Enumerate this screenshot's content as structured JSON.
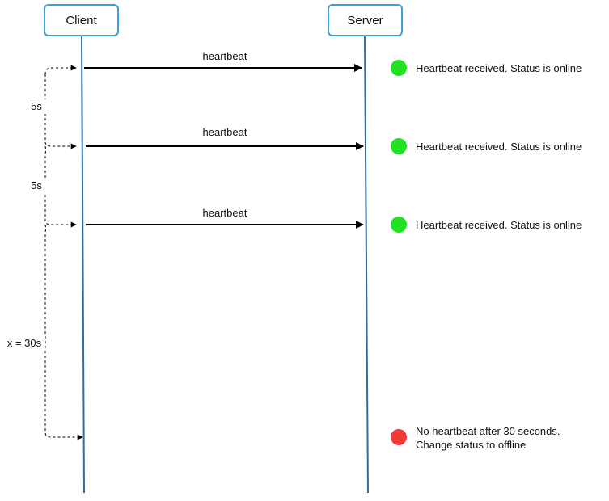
{
  "actors": {
    "client": "Client",
    "server": "Server"
  },
  "messages": [
    {
      "label": "heartbeat"
    },
    {
      "label": "heartbeat"
    },
    {
      "label": "heartbeat"
    }
  ],
  "intervals": [
    {
      "label": "5s"
    },
    {
      "label": "5s"
    },
    {
      "label": "x = 30s"
    }
  ],
  "statuses": [
    {
      "lines": [
        "Heartbeat received. Status is online"
      ],
      "state": "online",
      "color": "#22e022"
    },
    {
      "lines": [
        "Heartbeat received. Status is online"
      ],
      "state": "online",
      "color": "#22e022"
    },
    {
      "lines": [
        "Heartbeat received. Status is online"
      ],
      "state": "online",
      "color": "#22e022"
    },
    {
      "lines": [
        "No heartbeat after 30 seconds.",
        "Change status to offline"
      ],
      "state": "offline",
      "color": "#f03a3a"
    }
  ]
}
